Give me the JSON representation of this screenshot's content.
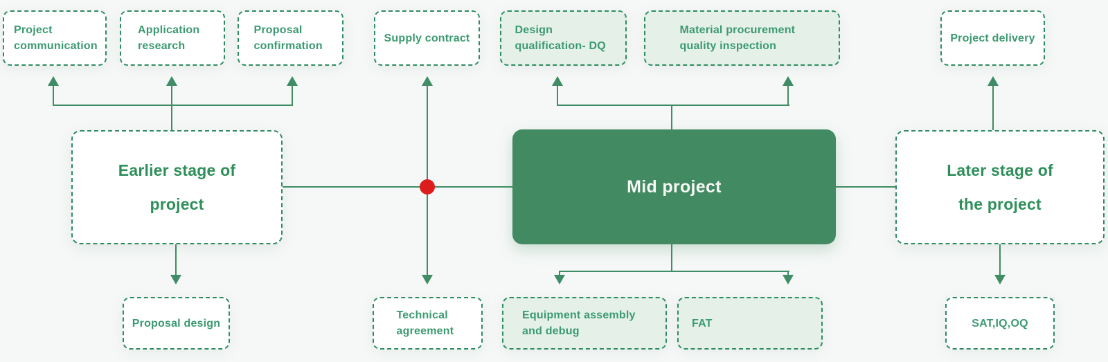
{
  "diagram": {
    "title_semantic": "project-stages-flowchart",
    "colors": {
      "background": "#f6f8f7",
      "line": "#3f8c66",
      "dashed_border": "#2e8b62",
      "node_text": "#3b9a71",
      "stage_text": "#2e8f5a",
      "solid_fill": "#428a62",
      "solid_text": "#f5f8f5",
      "tinted_fill": "#e5f0e8",
      "junction_dot": "#dd1d1d"
    },
    "stages": {
      "earlier": {
        "line1": "Earlier stage of",
        "line2": "project"
      },
      "mid": {
        "label": "Mid project"
      },
      "later": {
        "line1": "Later stage of",
        "line2": "the project"
      }
    },
    "top_boxes": [
      {
        "label": "Project communication",
        "variant": "white"
      },
      {
        "label": "Application research",
        "variant": "white"
      },
      {
        "label": "Proposal confirmation",
        "variant": "white"
      },
      {
        "label": "Supply contract",
        "variant": "white"
      },
      {
        "label": "Design qualification- DQ",
        "variant": "tinted"
      },
      {
        "label": "Material procurement quality inspection",
        "variant": "tinted"
      },
      {
        "label": "Project delivery",
        "variant": "white"
      }
    ],
    "bottom_boxes": [
      {
        "label": "Proposal design",
        "variant": "white"
      },
      {
        "label": "Technical agreement",
        "variant": "white"
      },
      {
        "label": "Equipment assembly and debug",
        "variant": "tinted"
      },
      {
        "label": "FAT",
        "variant": "tinted"
      },
      {
        "label": "SAT,IQ,OQ",
        "variant": "white"
      }
    ]
  }
}
